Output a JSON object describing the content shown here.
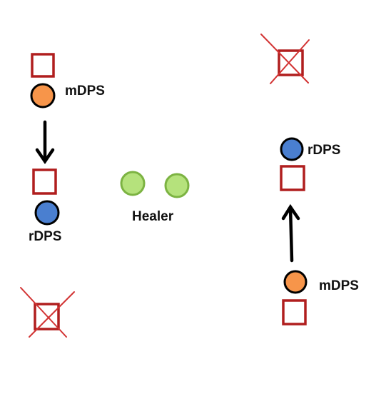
{
  "labels": {
    "mdps_left": "mDPS",
    "rdps_left": "rDPS",
    "healer": "Healer",
    "rdps_right": "rDPS",
    "mdps_right": "mDPS"
  },
  "colors": {
    "marker_square": "#b01e1e",
    "cross_line": "#d23232",
    "mdps": "#f7954a",
    "rdps": "#4a7fd0",
    "healer_fill": "#b5e27c",
    "healer_stroke": "#7cb342",
    "arrow": "#000000"
  },
  "icons": [
    "empty-square-marker",
    "crossed-square-marker",
    "orange-circle",
    "blue-circle",
    "green-circle",
    "down-arrow",
    "up-arrow"
  ]
}
